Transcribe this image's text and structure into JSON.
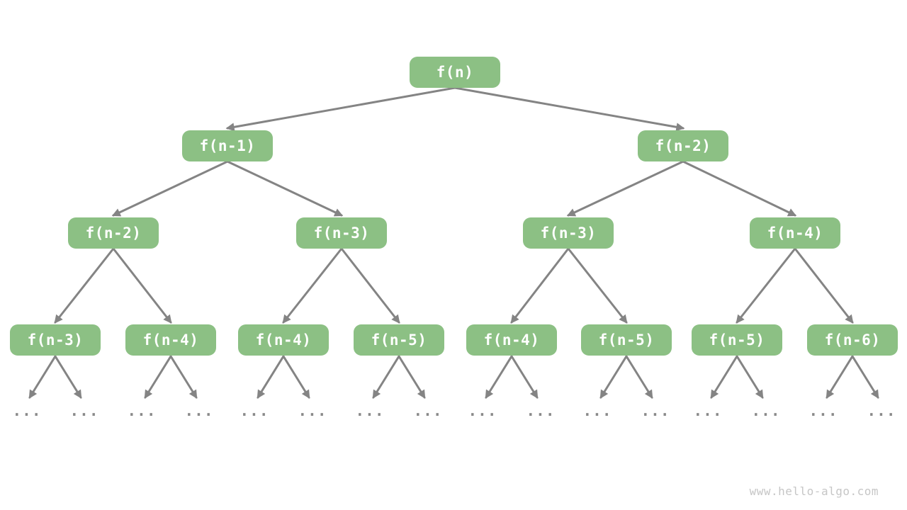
{
  "diagram": {
    "type": "recursion-tree",
    "colors": {
      "node_fill": "#8CC084",
      "node_text": "#FFFFFF",
      "edge": "#848484",
      "ellipsis_dots": "#8A8A8A",
      "watermark_text": "#C6C6C6",
      "background": "#FFFFFF"
    },
    "nodes": [
      {
        "id": "n0",
        "level": 0,
        "label": "f(n)"
      },
      {
        "id": "n1",
        "level": 1,
        "label": "f(n-1)"
      },
      {
        "id": "n2",
        "level": 1,
        "label": "f(n-2)"
      },
      {
        "id": "n3",
        "level": 2,
        "label": "f(n-2)"
      },
      {
        "id": "n4",
        "level": 2,
        "label": "f(n-3)"
      },
      {
        "id": "n5",
        "level": 2,
        "label": "f(n-3)"
      },
      {
        "id": "n6",
        "level": 2,
        "label": "f(n-4)"
      },
      {
        "id": "n7",
        "level": 3,
        "label": "f(n-3)"
      },
      {
        "id": "n8",
        "level": 3,
        "label": "f(n-4)"
      },
      {
        "id": "n9",
        "level": 3,
        "label": "f(n-4)"
      },
      {
        "id": "n10",
        "level": 3,
        "label": "f(n-5)"
      },
      {
        "id": "n11",
        "level": 3,
        "label": "f(n-4)"
      },
      {
        "id": "n12",
        "level": 3,
        "label": "f(n-5)"
      },
      {
        "id": "n13",
        "level": 3,
        "label": "f(n-5)"
      },
      {
        "id": "n14",
        "level": 3,
        "label": "f(n-6)"
      }
    ],
    "edges": [
      [
        "n0",
        "n1"
      ],
      [
        "n0",
        "n2"
      ],
      [
        "n1",
        "n3"
      ],
      [
        "n1",
        "n4"
      ],
      [
        "n2",
        "n5"
      ],
      [
        "n2",
        "n6"
      ],
      [
        "n3",
        "n7"
      ],
      [
        "n3",
        "n8"
      ],
      [
        "n4",
        "n9"
      ],
      [
        "n4",
        "n10"
      ],
      [
        "n5",
        "n11"
      ],
      [
        "n5",
        "n12"
      ],
      [
        "n6",
        "n13"
      ],
      [
        "n6",
        "n14"
      ]
    ],
    "ellipsis": "...",
    "ellipsis_count": 16
  },
  "watermark": "www.hello-algo.com"
}
